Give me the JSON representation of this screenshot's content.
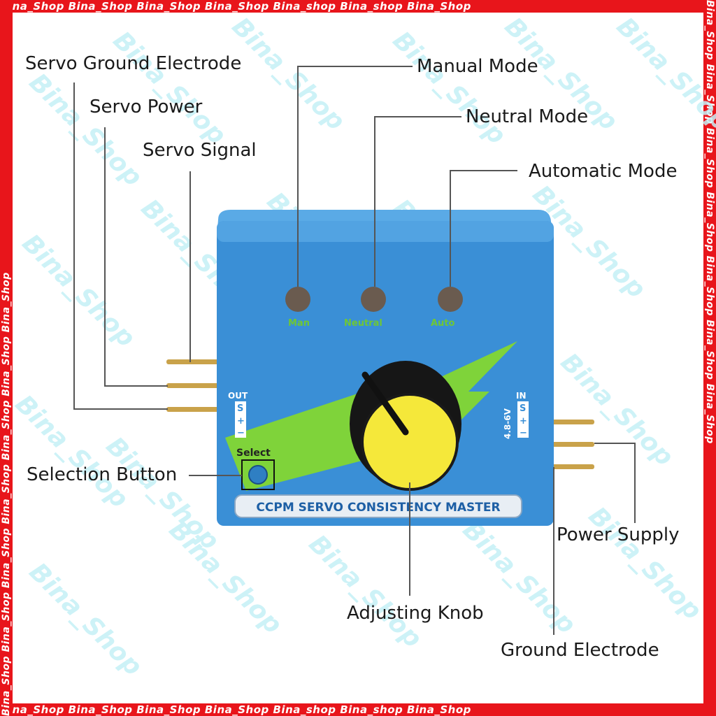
{
  "watermark": {
    "border_text_top": "Bina_Shop Bina_Shop Bina_Shop Bina_Shop Bina_shop Bina_shop Bina_Shop",
    "border_text_bottom": "Bina_Shop Bina_Shop Bina_Shop Bina_Shop Bina_shop Bina_shop Bina_Shop",
    "border_text_side": "Bina_Shop Bina_Shop Bina_Shop Bina_Shop Bina_Shop Bina_Shop Bina_Shop",
    "diagonal_text": "Bina_Shop",
    "border_color": "#e8151b",
    "diagonal_color": "#bfeff5"
  },
  "labels": {
    "servo_ground": "Servo Ground Electrode",
    "servo_power": "Servo Power",
    "servo_signal": "Servo Signal",
    "manual_mode": "Manual Mode",
    "neutral_mode": "Neutral Mode",
    "automatic_mode": "Automatic Mode",
    "selection_button": "Selection Button",
    "power_supply": "Power Supply",
    "adjusting_knob": "Adjusting Knob",
    "ground_electrode": "Ground Electrode"
  },
  "device": {
    "body_color": "#3a8fd6",
    "knob_color": "#f5e83a",
    "led_labels": [
      "Man",
      "Neutral",
      "Auto"
    ],
    "out_label": "OUT",
    "in_label": "IN",
    "pin_marks": [
      "S",
      "+",
      "−"
    ],
    "voltage_label": "4.8-6V",
    "select_label": "Select",
    "product_banner": "CCPM SERVO CONSISTENCY MASTER"
  }
}
